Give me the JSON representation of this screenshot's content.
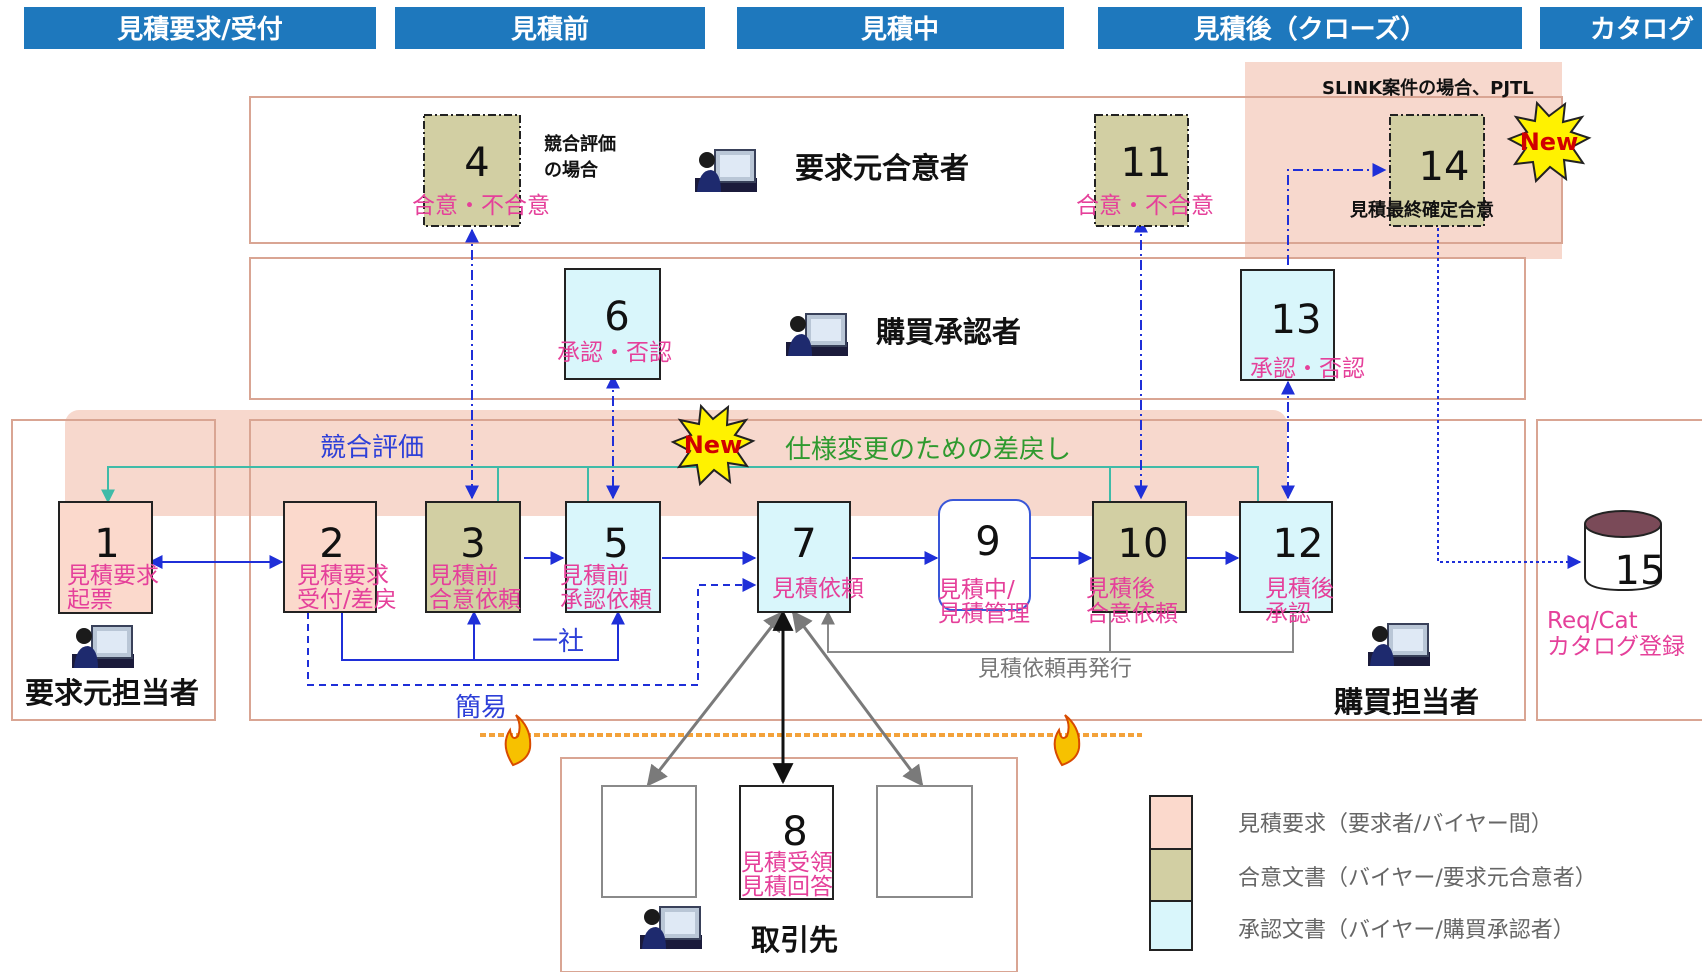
{
  "colors": {
    "phase_bar": "#1e78bd",
    "request_doc": "#fbd9cc",
    "consent_doc": "#d2cfa3",
    "approval_doc": "#d9f6fb",
    "area_highlight": "#f7d8cd",
    "flow_blue": "#1f2fd8",
    "feedback_teal": "#3fbba8",
    "supplier_grey": "#7a7a7a",
    "firewall_orange": "#f3a23a",
    "new_badge": "#fff200",
    "label_pink": "#e5409a"
  },
  "phases": [
    "見積要求/受付",
    "見積前",
    "見積中",
    "見積後（クローズ）",
    "カタログ"
  ],
  "roles": {
    "requester_approver": "要求元合意者",
    "purchase_approver": "購買承認者",
    "requester": "要求元担当者",
    "buyer": "購買担当者",
    "supplier": "取引先"
  },
  "boxes": [
    {
      "num": "1",
      "line1": "見積要求",
      "line2": "起票",
      "icon": "person-computer-icon"
    },
    {
      "num": "2",
      "line1": "見積要求",
      "line2": "受付/差戻"
    },
    {
      "num": "3",
      "line1": "見積前",
      "line2": "合意依頼"
    },
    {
      "num": "4",
      "line1": "合意・不合意",
      "line2": ""
    },
    {
      "num": "5",
      "line1": "見積前",
      "line2": "承認依頼"
    },
    {
      "num": "6",
      "line1": "承認・否認",
      "line2": ""
    },
    {
      "num": "7",
      "line1": "見積依頼",
      "line2": ""
    },
    {
      "num": "8",
      "line1": "見積受領",
      "line2": "見積回答"
    },
    {
      "num": "9",
      "line1": "見積中/",
      "line2": "見積管理"
    },
    {
      "num": "10",
      "line1": "見積後",
      "line2": "合意依頼"
    },
    {
      "num": "11",
      "line1": "合意・不合意",
      "line2": ""
    },
    {
      "num": "12",
      "line1": "見積後",
      "line2": "承認"
    },
    {
      "num": "13",
      "line1": "承認・否認",
      "line2": ""
    },
    {
      "num": "14",
      "line1": "見積最終確定合意",
      "line2": ""
    },
    {
      "num": "15",
      "line1": "Req/Cat",
      "line2": "カタログ登録"
    }
  ],
  "notes": {
    "competitive_case_line1": "競合評価",
    "competitive_case_line2": "の場合",
    "competitive_eval": "競合評価",
    "spec_change_return": "仕様変更のための差戻し",
    "one_supplier": "一社",
    "simple": "簡易",
    "reissue": "見積依頼再発行",
    "slink_note": "SLINK案件の場合、PJTL",
    "new_badge": "New"
  },
  "legend": [
    {
      "color": "#fbd9cc",
      "label": "見積要求（要求者/バイヤー間）"
    },
    {
      "color": "#d2cfa3",
      "label": "合意文書（バイヤー/要求元合意者）"
    },
    {
      "color": "#d9f6fb",
      "label": "承認文書（バイヤー/購買承認者）"
    }
  ]
}
